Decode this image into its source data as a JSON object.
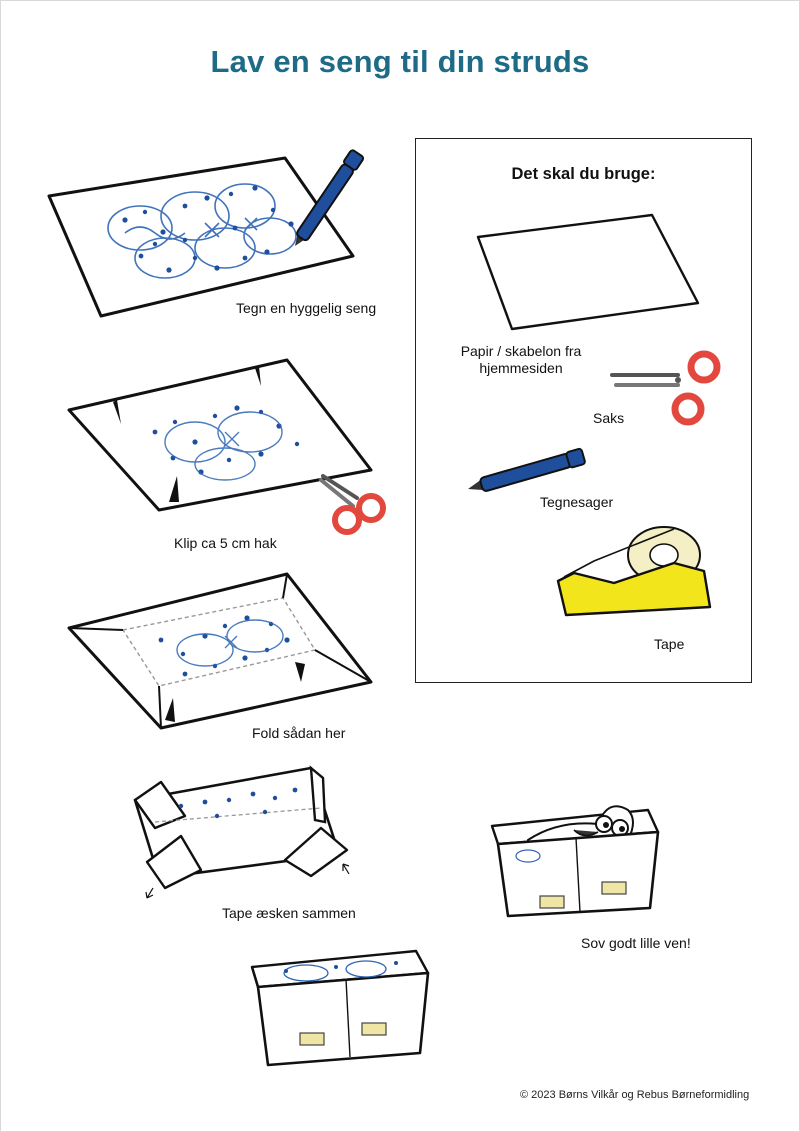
{
  "title": "Lav en seng til din struds",
  "steps": [
    {
      "label": "Tegn en hyggelig seng"
    },
    {
      "label": "Klip ca 5 cm hak"
    },
    {
      "label": "Fold sådan her"
    },
    {
      "label": "Tape æsken sammen"
    },
    {
      "label": "Sov godt lille ven!"
    }
  ],
  "supplies": {
    "heading": "Det skal du bruge:",
    "items": [
      {
        "label": "Papir / skabelon fra hjemmesiden",
        "icon": "paper-icon"
      },
      {
        "label": "Saks",
        "icon": "scissors-icon"
      },
      {
        "label": "Tegnesager",
        "icon": "pen-icon"
      },
      {
        "label": "Tape",
        "icon": "tape-dispenser-icon"
      }
    ]
  },
  "colors": {
    "title": "#1d6b86",
    "pen_blue": "#1f4f9c",
    "doodle_blue": "#2c64b4",
    "scissors_red": "#e2483d",
    "tape_yellow": "#f2e51b"
  },
  "copyright": "© 2023 Børns Vilkår og Rebus Børneformidling"
}
